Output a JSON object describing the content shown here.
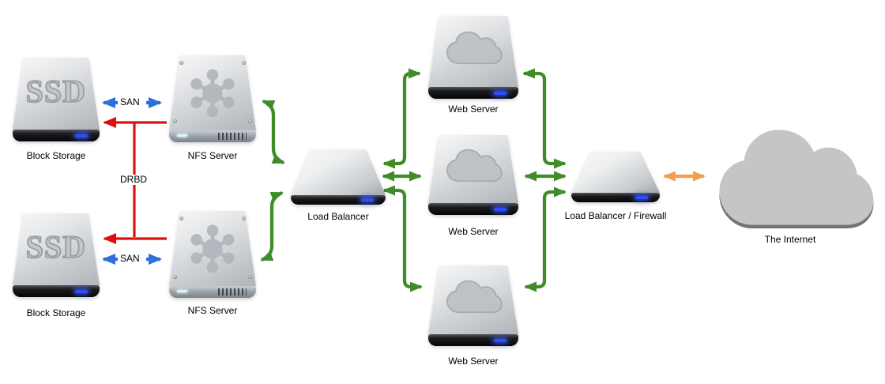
{
  "colors": {
    "lan_green": "#3f8c28",
    "san_blue": "#2f6fd9",
    "drbd_red": "#e00f0f",
    "wan_orange": "#f0a04a"
  },
  "nodes": {
    "bs1": {
      "label": "Block Storage",
      "badge": "SSD"
    },
    "nfs1": {
      "label": "NFS Server"
    },
    "bs2": {
      "label": "Block Storage",
      "badge": "SSD"
    },
    "nfs2": {
      "label": "NFS Server"
    },
    "lb": {
      "label": "Load Balancer"
    },
    "web1": {
      "label": "Web Server"
    },
    "web2": {
      "label": "Web Server"
    },
    "web3": {
      "label": "Web Server"
    },
    "fw": {
      "label": "Load Balancer / Firewall"
    },
    "internet": {
      "label": "The Internet"
    }
  },
  "edges": {
    "san1": {
      "label": "SAN"
    },
    "san2": {
      "label": "SAN"
    },
    "drbd": {
      "label": "DRBD"
    }
  }
}
